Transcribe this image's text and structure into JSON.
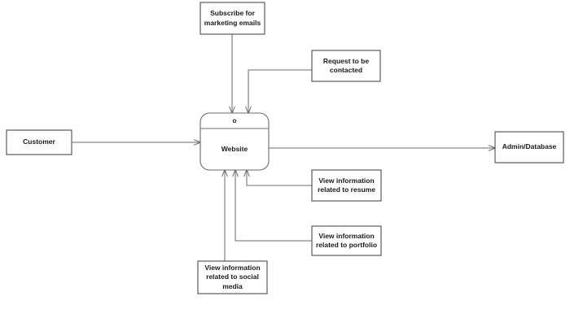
{
  "diagram": {
    "type": "data-flow-diagram",
    "background_color": "#ffffff",
    "line_color": "#6b6b6b",
    "box_border_color": "#3b3b3b",
    "text_color": "#1a1a1a",
    "process": {
      "id": "o",
      "name": "Website"
    },
    "external_entities": [
      {
        "key": "customer",
        "label": "Customer"
      },
      {
        "key": "admin_database",
        "label": "Admin/Database"
      }
    ],
    "inputs": [
      {
        "key": "subscribe",
        "label": "Subscribe for marketing emails"
      },
      {
        "key": "request_contact",
        "label": "Request to be contacted"
      },
      {
        "key": "view_resume",
        "label": "View information related to resume"
      },
      {
        "key": "view_portfolio",
        "label": "View information related to portfolio"
      },
      {
        "key": "view_social",
        "label": "View information related to social media"
      }
    ],
    "flows": [
      {
        "from": "customer",
        "to": "process"
      },
      {
        "from": "process",
        "to": "admin_database"
      },
      {
        "from": "subscribe",
        "to": "process"
      },
      {
        "from": "request_contact",
        "to": "process"
      },
      {
        "from": "view_resume",
        "to": "process"
      },
      {
        "from": "view_portfolio",
        "to": "process"
      },
      {
        "from": "view_social",
        "to": "process"
      }
    ]
  }
}
